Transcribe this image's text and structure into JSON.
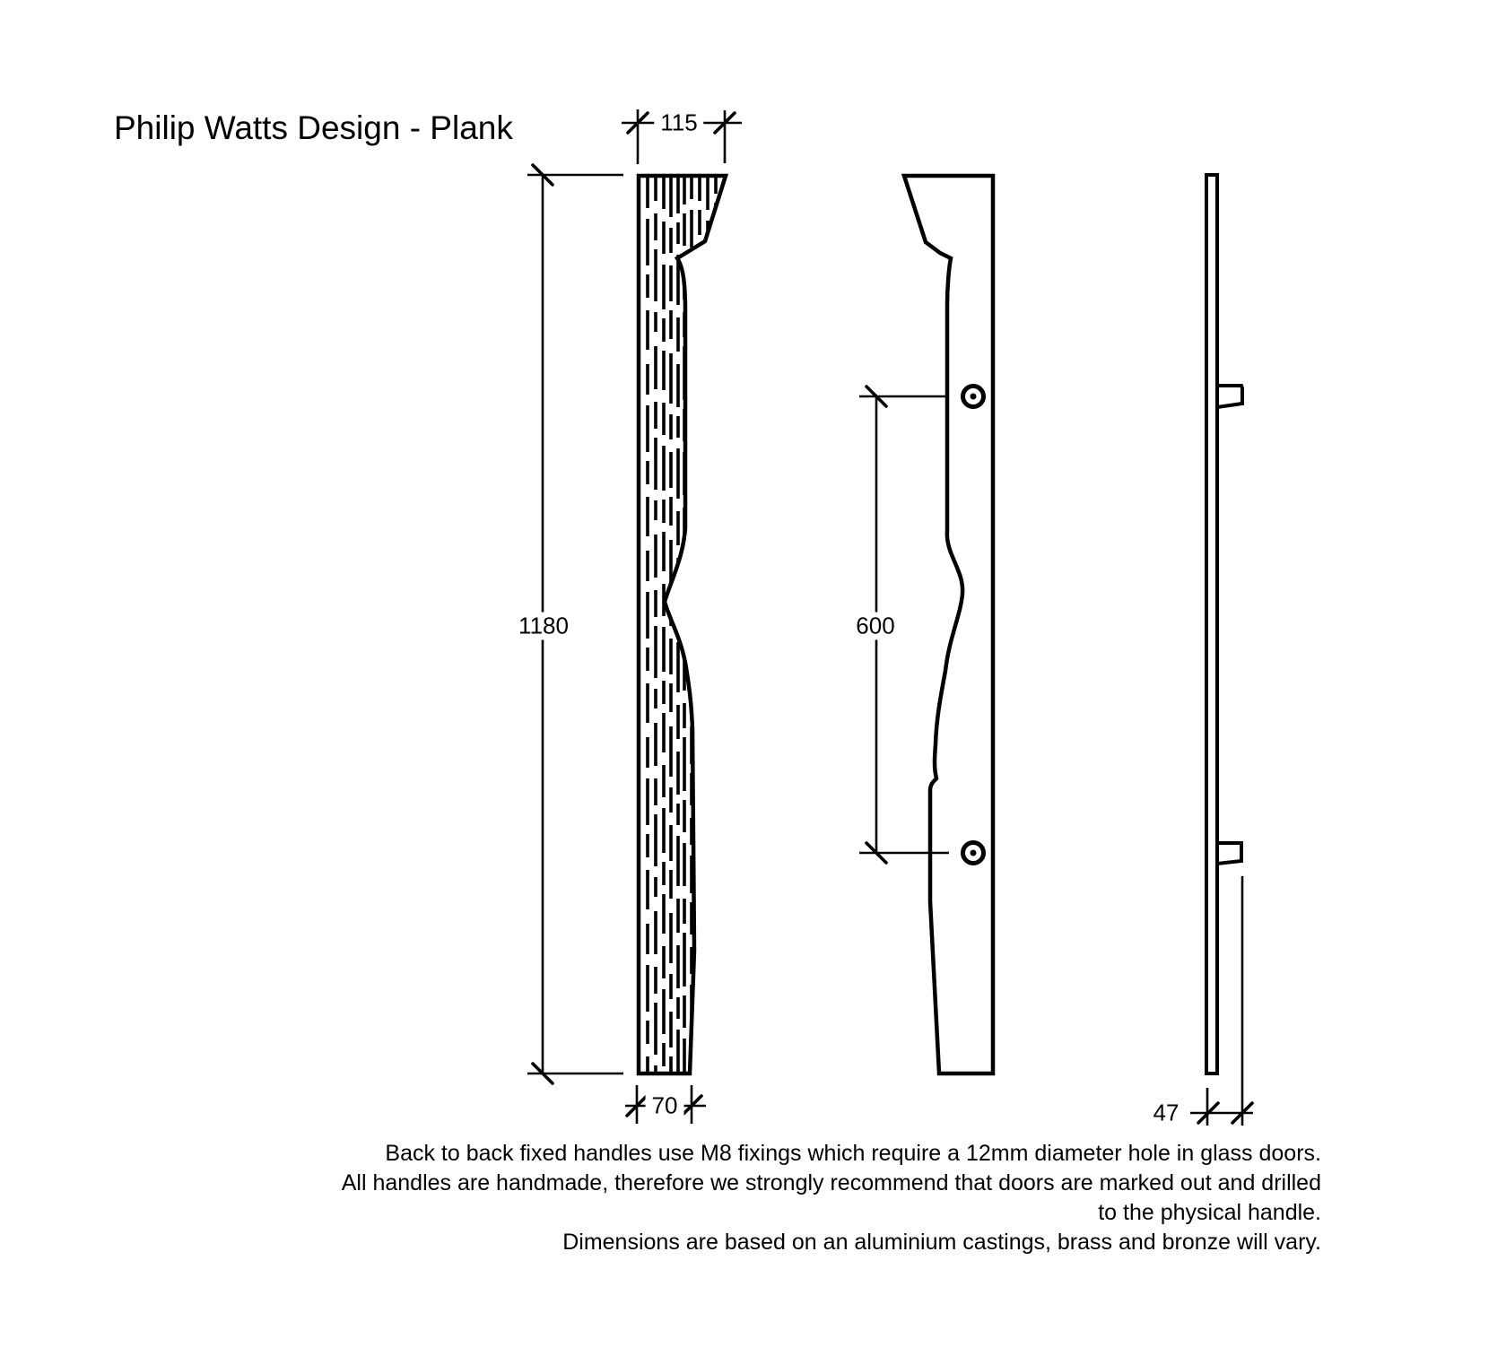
{
  "title": "Philip Watts Design - Plank",
  "dimensions": {
    "top_width": "115",
    "overall_height": "1180",
    "fixing_centres": "600",
    "bottom_width": "70",
    "depth": "47"
  },
  "notes": {
    "lines": [
      "Back to back fixed handles use M8 fixings which require a 12mm diameter hole in glass doors.",
      "All handles are handmade, therefore we strongly recommend that doors are marked out and drilled",
      "to the physical handle.",
      "Dimensions are based on an aluminium castings, brass and bronze will vary."
    ]
  },
  "colors": {
    "ink": "#000000",
    "background": "#ffffff"
  }
}
